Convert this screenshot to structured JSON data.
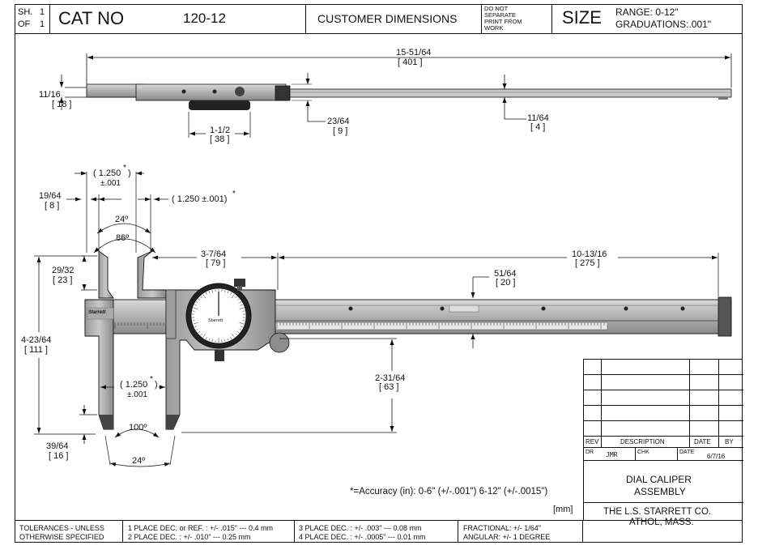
{
  "header": {
    "sheet_label": "SH.",
    "sheet_num": "1",
    "of_label": "OF",
    "of_num": "1",
    "cat_label": "CAT NO",
    "cat_value": "120-12",
    "customer_dims": "CUSTOMER DIMENSIONS",
    "do_not": [
      "DO NOT",
      "SEPARATE",
      "PRINT FROM",
      "WORK"
    ],
    "size_label": "SIZE",
    "range": "RANGE: 0-12\"",
    "graduations": "GRADUATIONS:.001\""
  },
  "top_view": {
    "overall_length": "15-51/64",
    "overall_length_mm": "[ 401 ]",
    "height": "11/16",
    "height_mm": "[ 18 ]",
    "step": "23/64",
    "step_mm": "[ 9 ]",
    "beam_thickness": "11/64",
    "beam_thickness_mm": "[ 4 ]",
    "dial_width": "1-1/2",
    "dial_width_mm": "[ 38 ]"
  },
  "front_view": {
    "inside_jaw_acc": "( 1.250",
    "inside_jaw_acc_star": "*",
    "inside_jaw_acc2": "±.001",
    "inside_jaw_close": ")",
    "inside_jaw_2": "( 1.250 ±.001)",
    "inside_jaw_2_star": "*",
    "tip_width": "19/64",
    "tip_width_mm": "[ 8 ]",
    "angle_24_top": "24º",
    "angle_86": "86º",
    "inside_jaw_len": "29/32",
    "inside_jaw_len_mm": "[ 23 ]",
    "slider_to_jaw": "3-7/64",
    "slider_to_jaw_mm": "[ 79 ]",
    "beam_rest": "10-13/16",
    "beam_rest_mm": "[ 275 ]",
    "beam_width": "51/64",
    "beam_width_mm": "[ 20 ]",
    "total_height": "4-23/64",
    "total_height_mm": "[ 111 ]",
    "outside_acc": "( 1.250",
    "outside_acc_star": "*",
    "outside_acc_close": ")",
    "outside_acc2": "±.001",
    "jaw_depth": "2-31/64",
    "jaw_depth_mm": "[ 63 ]",
    "tip_thickness": "39/64",
    "tip_thickness_mm": "[ 16 ]",
    "angle_100": "100º",
    "angle_24_bottom": "24º",
    "brand": "Starrett",
    "dial_brand": "Starrett",
    "accuracy_note": "*=Accuracy (in): 0-6\" (+/-.001\") 6-12\" (+/-.0015\")",
    "unit_note": "[mm]"
  },
  "revision_block": {
    "rev": "REV",
    "description": "DESCRIPTION",
    "date": "DATE",
    "by": "BY",
    "dr_label": "DR",
    "dr_value": "JMR",
    "chk_label": "CHK",
    "date_label": "DATE",
    "date_value": "6/7/16",
    "title_line1": "DIAL CALIPER",
    "title_line2": "ASSEMBLY",
    "company": "THE L.S. STARRETT CO.",
    "location": "ATHOL, MASS."
  },
  "footer": {
    "tol1": "TOLERANCES - UNLESS",
    "tol2": "OTHERWISE SPECIFIED",
    "p1": "1 PLACE DEC. or REF. :  +/- .015\" --- 0.4 mm",
    "p2": "2 PLACE DEC. :  +/- .010\" --- 0.25 mm",
    "p3": "3 PLACE DEC. :  +/- .003\" --- 0.08 mm",
    "p4": "4 PLACE DEC. :  +/- .0005\" --- 0.01 mm",
    "frac": "FRACTIONAL: +/- 1/64\"",
    "ang": "ANGULAR:  +/- 1 DEGREE"
  }
}
